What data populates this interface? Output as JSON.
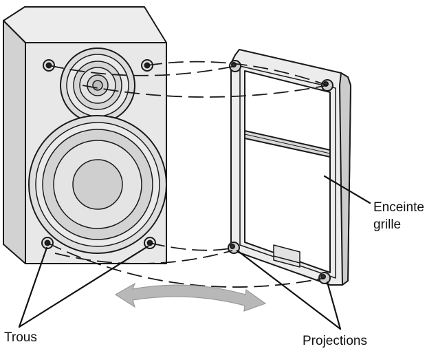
{
  "labels": {
    "grille_line1": "Enceinte",
    "grille_line2": "grille",
    "holes": "Trous",
    "projections": "Projections"
  },
  "colors": {
    "stroke": "#1a1a1a",
    "cabinet_side": "#d2d2d2",
    "cabinet_front": "#e6e6e6",
    "cone": "#d9d9d9",
    "arrow": "#b8b8b8",
    "grille_frame": "#e4e4e4"
  }
}
